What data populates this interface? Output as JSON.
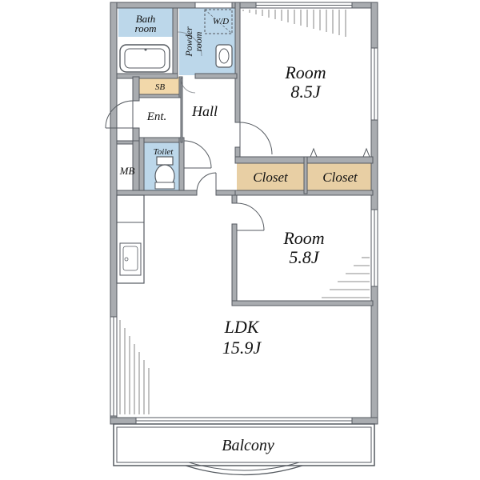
{
  "colors": {
    "wet": "#bcd7ea",
    "closet": "#e8cfa4",
    "storage": "#f2d8aa",
    "wall": "#a9acb0",
    "line": "#555a60"
  },
  "rooms": {
    "bath": "Bath room",
    "powder": "Powder room",
    "wd": "W/D",
    "room1_name": "Room",
    "room1_size": "8.5J",
    "sb": "SB",
    "ent": "Ent.",
    "hall": "Hall",
    "toilet": "Toilet",
    "mb": "MB",
    "closet1": "Closet",
    "closet2": "Closet",
    "room2_name": "Room",
    "room2_size": "5.8J",
    "ldk_name": "LDK",
    "ldk_size": "15.9J",
    "balcony": "Balcony"
  }
}
